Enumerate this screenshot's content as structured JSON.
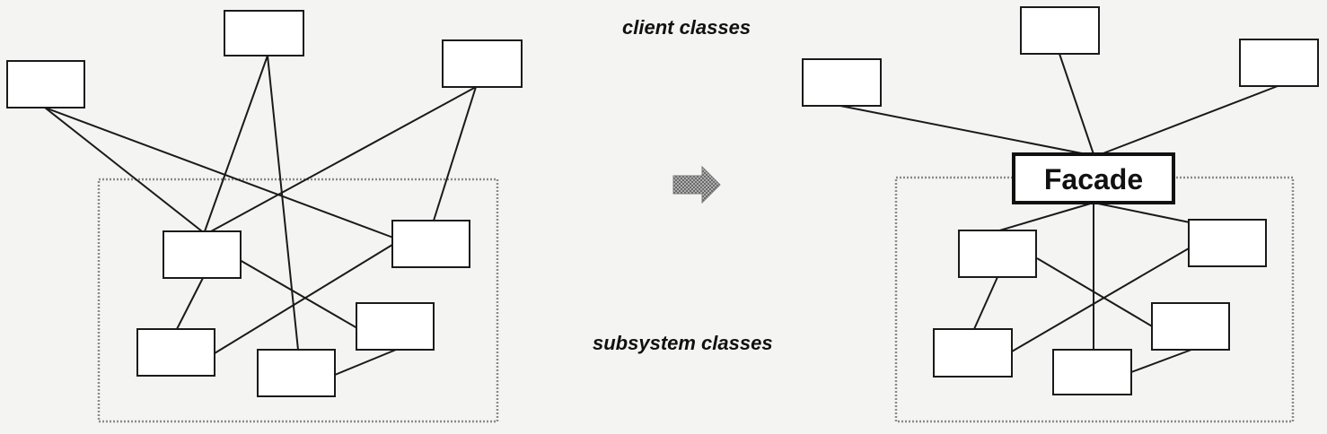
{
  "labels": {
    "client_classes": "client classes",
    "subsystem_classes": "subsystem classes",
    "facade": "Facade"
  },
  "colors": {
    "stroke": "#1a1a1a",
    "background": "#f4f4f2",
    "box_fill": "#ffffff",
    "subsystem_border": "#8a8a8a",
    "arrow": "#9a9a9a"
  },
  "icons": {
    "transition_arrow": "right-arrow-icon"
  }
}
